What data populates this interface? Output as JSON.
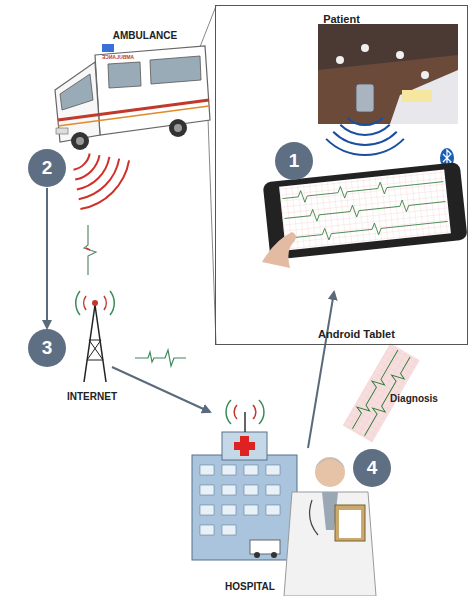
{
  "diagram": {
    "nodes": [
      {
        "text": [
          "Patient",
          "Android Tablet"
        ]
      },
      {
        "text": [
          "1"
        ],
        "in": 0
      },
      {
        "text": [
          "2"
        ]
      },
      {
        "text": [
          "3"
        ]
      },
      {
        "text": [
          "4"
        ]
      }
    ],
    "edges": [
      {
        "from": 2,
        "to": 3,
        "arrow": "to"
      }
    ],
    "labels": [
      "AMBULANCE",
      "AMBULANCE",
      "INTERNET",
      "Diagnosis",
      "HOSPITAL"
    ]
  }
}
